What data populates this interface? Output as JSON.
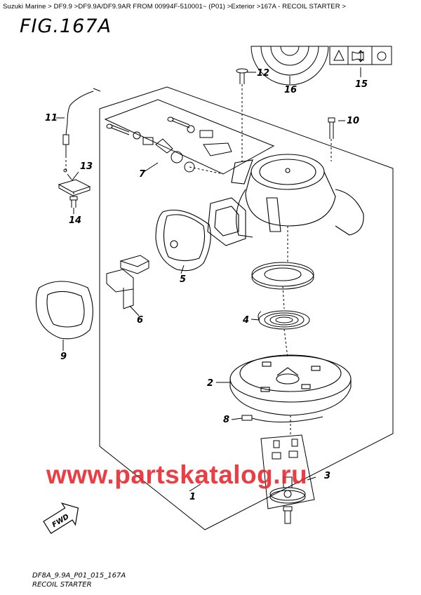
{
  "breadcrumb": "Suzuki Marine > DF9.9 >DF9.9A/DF9.9AR FROM 00994F-510001~ (P01) >Exterior >167A - RECOIL STARTER >",
  "figure": {
    "title": "FIG.167A",
    "code": "DF8A_9.9A_P01_015_167A",
    "name": "RECOIL STARTER",
    "fwd_label": "FWD"
  },
  "watermark": "www.partskatalog.ru",
  "callouts": [
    "1",
    "2",
    "3",
    "4",
    "5",
    "6",
    "7",
    "8",
    "9",
    "10",
    "11",
    "12",
    "13",
    "14",
    "15",
    "16"
  ],
  "colors": {
    "line": "#000000",
    "watermark": "#e8242b",
    "background": "#ffffff"
  }
}
